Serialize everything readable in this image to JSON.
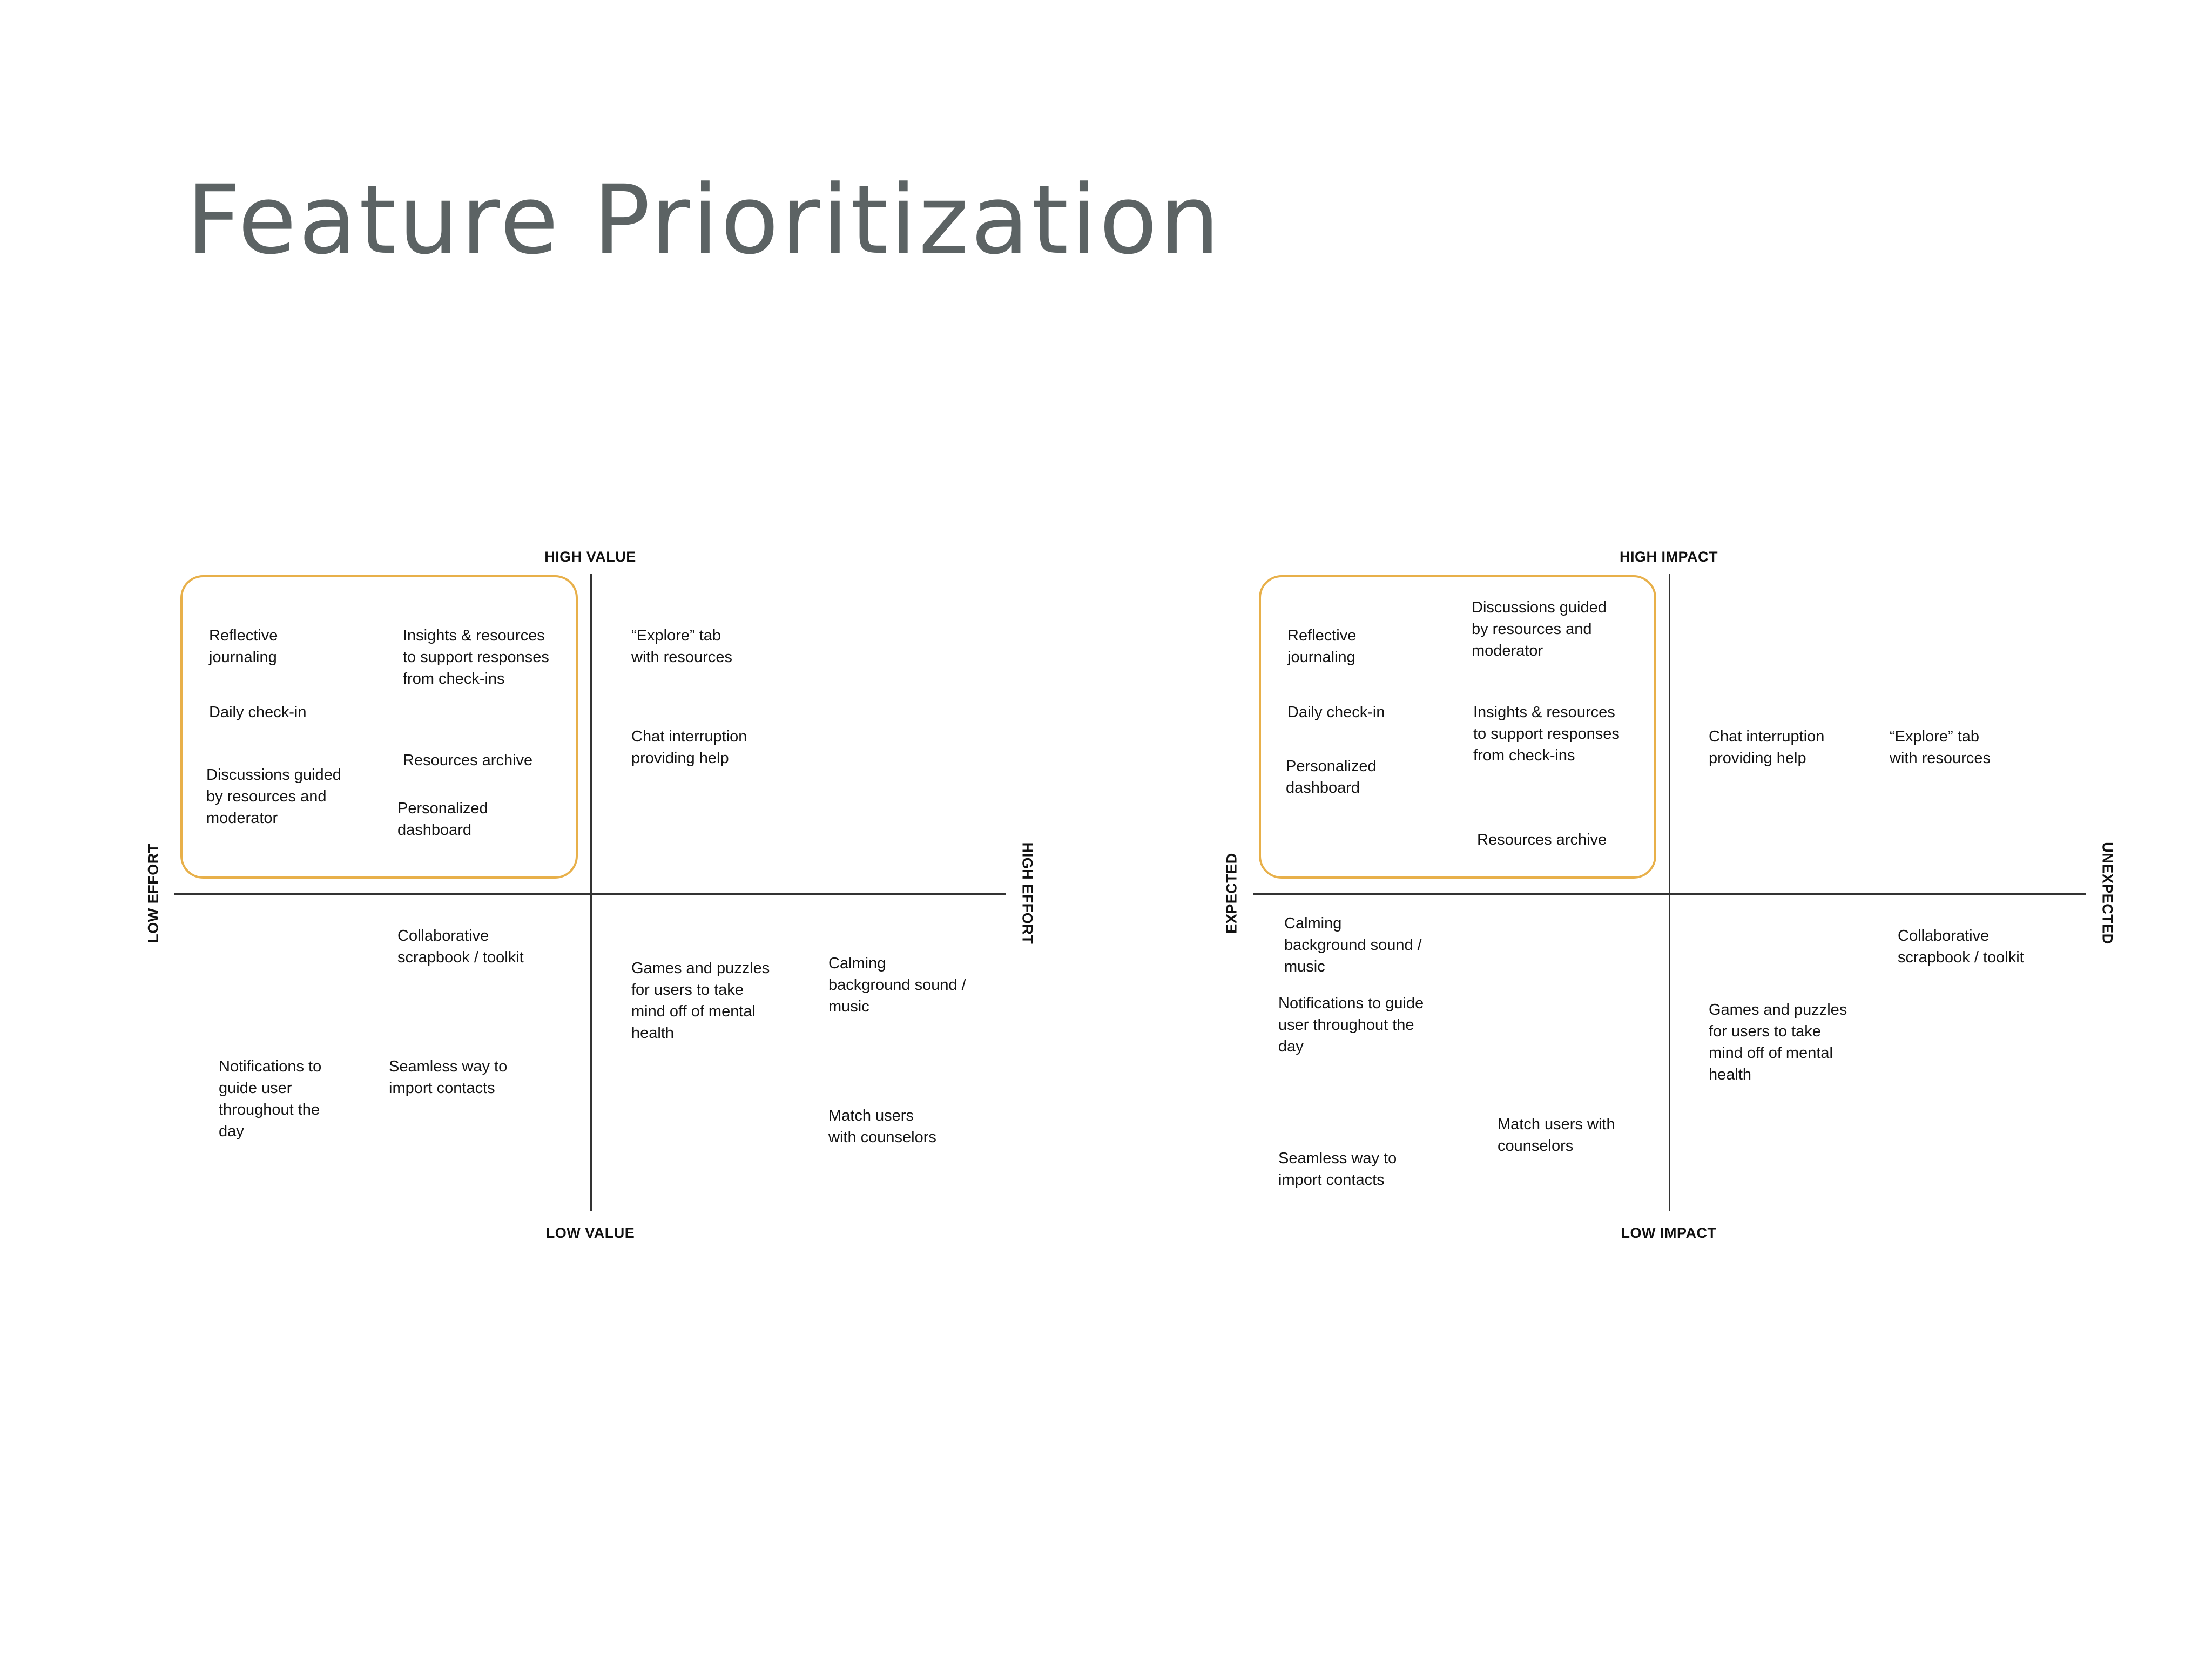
{
  "title": "Feature Prioritization",
  "matrices": [
    {
      "axes": {
        "top": "HIGH VALUE",
        "bottom": "LOW VALUE",
        "left": "LOW EFFORT",
        "right": "HIGH EFFORT"
      },
      "items": [
        {
          "lines": [
            "Reflective",
            "journaling"
          ]
        },
        {
          "lines": [
            "Insights & resources",
            "to support responses",
            "from check-ins"
          ]
        },
        {
          "lines": [
            "Daily check-in"
          ]
        },
        {
          "lines": [
            "Resources archive"
          ]
        },
        {
          "lines": [
            "Discussions guided",
            "by resources and",
            "moderator"
          ]
        },
        {
          "lines": [
            "Personalized",
            "dashboard"
          ]
        },
        {
          "lines": [
            "“Explore” tab",
            "with resources"
          ]
        },
        {
          "lines": [
            "Chat interruption",
            "providing help"
          ]
        },
        {
          "lines": [
            "Collaborative",
            "scrapbook / toolkit"
          ]
        },
        {
          "lines": [
            "Games and puzzles",
            "for users to take",
            "mind off of mental",
            "health"
          ]
        },
        {
          "lines": [
            "Calming",
            "background sound /",
            "music"
          ]
        },
        {
          "lines": [
            "Notifications to",
            "guide user",
            "throughout the",
            "day"
          ]
        },
        {
          "lines": [
            "Seamless way to",
            "import contacts"
          ]
        },
        {
          "lines": [
            "Match users",
            "with counselors"
          ]
        }
      ]
    },
    {
      "axes": {
        "top": "HIGH IMPACT",
        "bottom": "LOW IMPACT",
        "left": "EXPECTED",
        "right": "UNEXPECTED"
      },
      "items": [
        {
          "lines": [
            "Discussions guided",
            "by resources and",
            "moderator"
          ]
        },
        {
          "lines": [
            "Reflective",
            "journaling"
          ]
        },
        {
          "lines": [
            "Daily check-in"
          ]
        },
        {
          "lines": [
            "Insights & resources",
            "to support responses",
            "from check-ins"
          ]
        },
        {
          "lines": [
            "Personalized",
            "dashboard"
          ]
        },
        {
          "lines": [
            "Resources archive"
          ]
        },
        {
          "lines": [
            "Chat interruption",
            "providing help"
          ]
        },
        {
          "lines": [
            "“Explore” tab",
            "with resources"
          ]
        },
        {
          "lines": [
            "Calming",
            "background sound /",
            "music"
          ]
        },
        {
          "lines": [
            "Collaborative",
            "scrapbook / toolkit"
          ]
        },
        {
          "lines": [
            "Notifications to guide",
            "user throughout the",
            "day"
          ]
        },
        {
          "lines": [
            "Games and puzzles",
            "for users to take",
            "mind off of mental",
            "health"
          ]
        },
        {
          "lines": [
            "Match users with",
            "counselors"
          ]
        },
        {
          "lines": [
            "Seamless way to",
            "import contacts"
          ]
        }
      ]
    }
  ]
}
